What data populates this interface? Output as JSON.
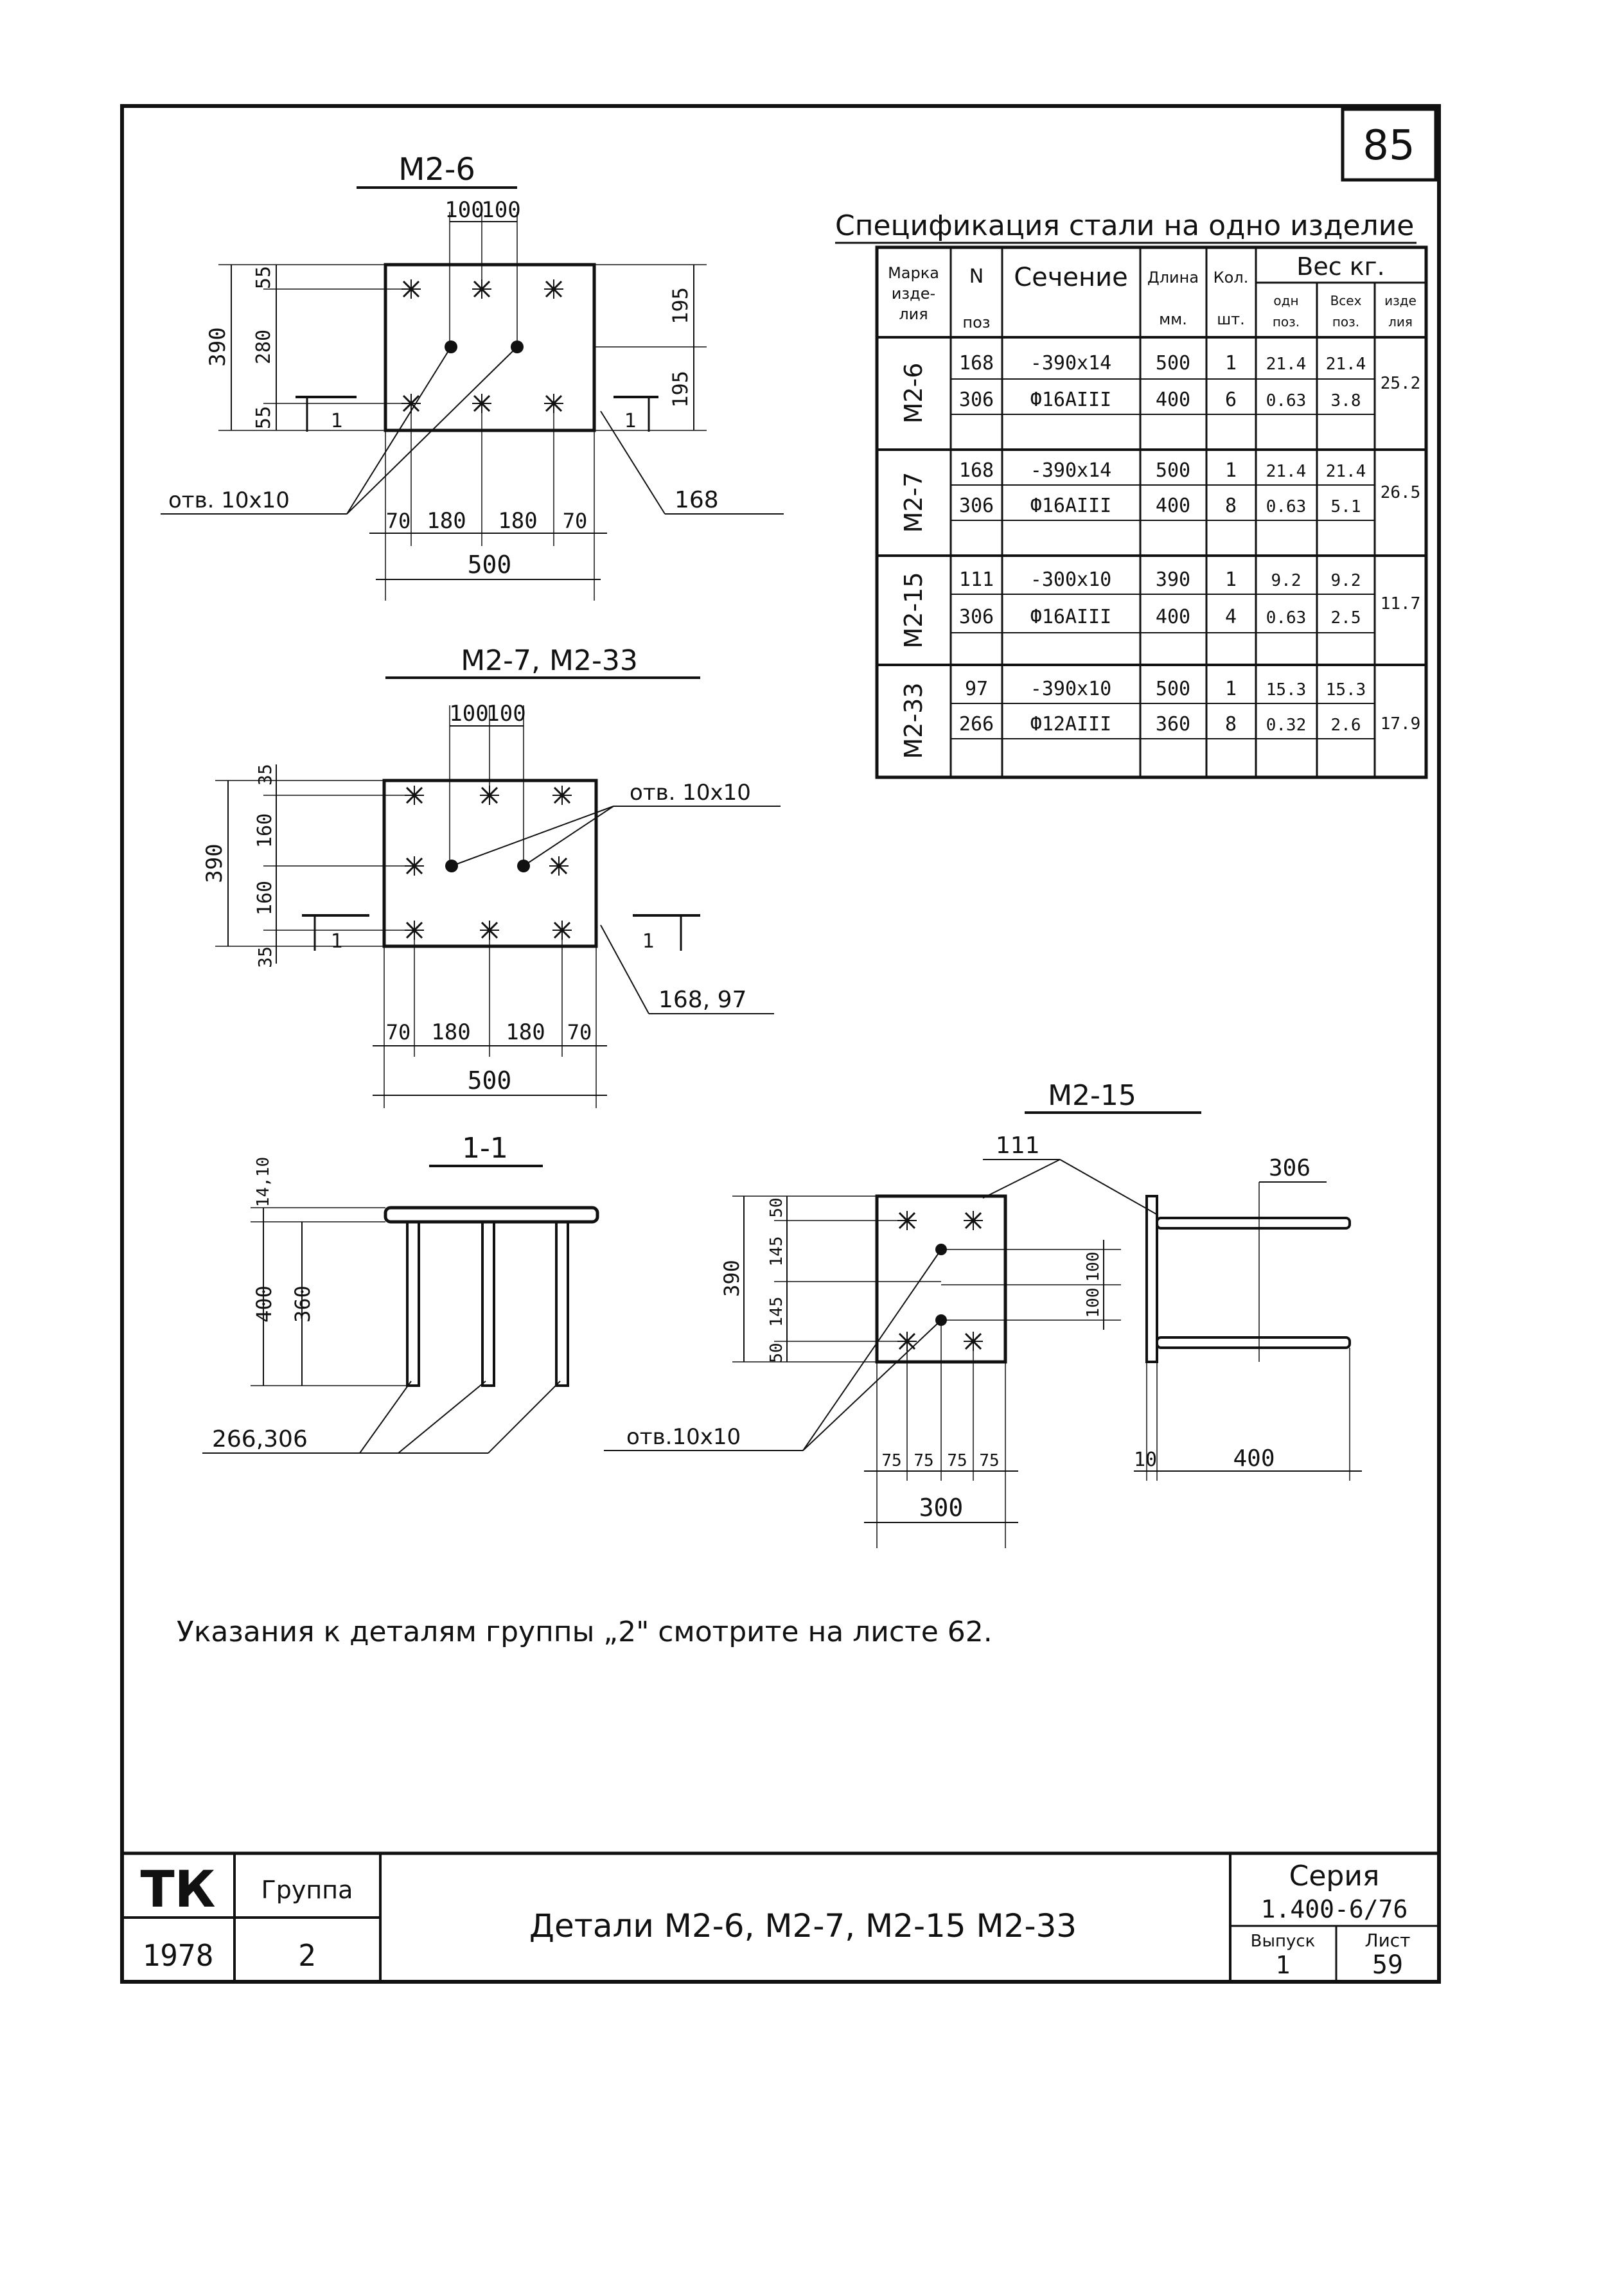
{
  "sheet_number_corner": "85",
  "spec_title": "Спецификация стали на одно изделие",
  "spec_headers": {
    "mark_l1": "Марка",
    "mark_l2": "изде-",
    "mark_l3": "лия",
    "pos_l1": "N",
    "pos_l2": "поз",
    "section": "Сечение",
    "length_l1": "Длина",
    "length_l2": "мм.",
    "qty_l1": "Кол.",
    "qty_l2": "шт.",
    "weight": "Вес кг.",
    "w_one_l1": "одн",
    "w_one_l2": "поз.",
    "w_all_l1": "Всех",
    "w_all_l2": "поз.",
    "w_item_l1": "изде",
    "w_item_l2": "лия"
  },
  "spec_rows": [
    {
      "mark": "М2-6",
      "total": "25.2",
      "items": [
        {
          "pos": "168",
          "section": "-390х14",
          "length": "500",
          "qty": "1",
          "w_one": "21.4",
          "w_all": "21.4"
        },
        {
          "pos": "306",
          "section": "Ф16АIII",
          "length": "400",
          "qty": "6",
          "w_one": "0.63",
          "w_all": "3.8"
        }
      ]
    },
    {
      "mark": "М2-7",
      "total": "26.5",
      "items": [
        {
          "pos": "168",
          "section": "-390х14",
          "length": "500",
          "qty": "1",
          "w_one": "21.4",
          "w_all": "21.4"
        },
        {
          "pos": "306",
          "section": "Ф16АIII",
          "length": "400",
          "qty": "8",
          "w_one": "0.63",
          "w_all": "5.1"
        }
      ]
    },
    {
      "mark": "М2-15",
      "total": "11.7",
      "items": [
        {
          "pos": "111",
          "section": "-300х10",
          "length": "390",
          "qty": "1",
          "w_one": "9.2",
          "w_all": "9.2"
        },
        {
          "pos": "306",
          "section": "Ф16АIII",
          "length": "400",
          "qty": "4",
          "w_one": "0.63",
          "w_all": "2.5"
        }
      ]
    },
    {
      "mark": "М2-33",
      "total": "17.9",
      "items": [
        {
          "pos": "97",
          "section": "-390х10",
          "length": "500",
          "qty": "1",
          "w_one": "15.3",
          "w_all": "15.3"
        },
        {
          "pos": "266",
          "section": "Ф12АIII",
          "length": "360",
          "qty": "8",
          "w_one": "0.32",
          "w_all": "2.6"
        }
      ]
    }
  ],
  "drawings": {
    "m26": {
      "title": "М2-6",
      "dims_top": [
        "100",
        "100"
      ],
      "dims_left_outer": "390",
      "dims_left": [
        "55",
        "280",
        "55"
      ],
      "dims_right": [
        "195",
        "195"
      ],
      "dims_bottom": [
        "70",
        "180",
        "180",
        "70"
      ],
      "dim_total": "500",
      "hole_label": "отв. 10х10",
      "pos_label": "168",
      "section_mark": "1"
    },
    "m27": {
      "title": "М2-7, М2-33",
      "dims_top": [
        "100",
        "100"
      ],
      "dims_left_outer": "390",
      "dims_left": [
        "35",
        "160",
        "160",
        "35"
      ],
      "dims_bottom": [
        "70",
        "180",
        "180",
        "70"
      ],
      "dim_total": "500",
      "hole_label": "отв. 10х10",
      "pos_label": "168, 97",
      "section_mark": "1"
    },
    "section11": {
      "title": "1-1",
      "dims_top": [
        "14,10"
      ],
      "dim_400": "400",
      "dim_360": "360",
      "pos_label": "266,306"
    },
    "m215": {
      "title": "М2-15",
      "pos_plate": "111",
      "pos_bar": "306",
      "dims_left_outer": "390",
      "dims_left": [
        "50",
        "145",
        "145",
        "50"
      ],
      "dims_right": [
        "100",
        "100"
      ],
      "dims_bottom": [
        "75",
        "75",
        "75",
        "75"
      ],
      "dim_total": "300",
      "hole_label": "отв.10х10",
      "side_dim_plate": "10",
      "side_dim_bar": "400"
    }
  },
  "note": "Указания к деталям группы „2\" смотрите на листе 62.",
  "title_block": {
    "org": "ТК",
    "group_label": "Группа",
    "year": "1978",
    "group_value": "2",
    "title": "Детали  М2-6, М2-7,  М2-15  М2-33",
    "series_label": "Серия",
    "series_value": "1.400-6/76",
    "issue_label": "Выпуск",
    "issue_value": "1",
    "sheet_label": "Лист",
    "sheet_value": "59"
  }
}
